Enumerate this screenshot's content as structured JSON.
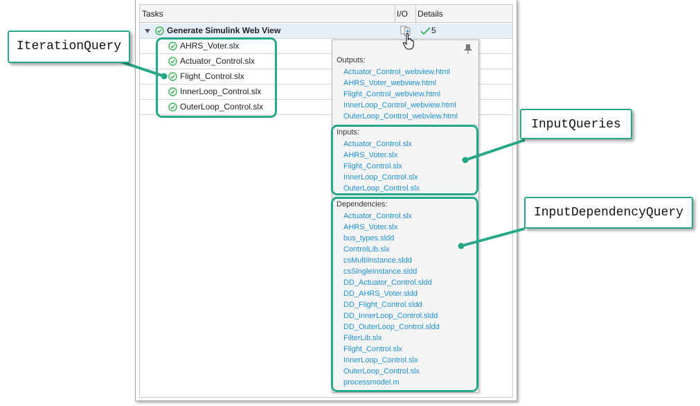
{
  "columns": {
    "tasks": "Tasks",
    "io": "I/O",
    "details": "Details"
  },
  "task": {
    "name": "Generate Simulink Web View",
    "details_count": "5",
    "iterations": [
      "AHRS_Voter.slx",
      "Actuator_Control.slx",
      "Flight_Control.slx",
      "InnerLoop_Control.slx",
      "OuterLoop_Control.slx"
    ]
  },
  "popup": {
    "outputs_label": "Outputs:",
    "outputs": [
      "Actuator_Control_webview.html",
      "AHRS_Voter_webview.html",
      "Flight_Control_webview.html",
      "InnerLoop_Control_webview.html",
      "OuterLoop_Control_webview.html"
    ],
    "inputs_label": "Inputs:",
    "inputs": [
      "Actuator_Control.slx",
      "AHRS_Voter.slx",
      "Flight_Control.slx",
      "InnerLoop_Control.slx",
      "OuterLoop_Control.slx"
    ],
    "dependencies_label": "Dependencies:",
    "dependencies": [
      "Actuator_Control.slx",
      "AHRS_Voter.slx",
      "bus_types.sldd",
      "ControlLib.slx",
      "csMultiInstance.sldd",
      "csSingleInstance.sldd",
      "DD_Actuator_Control.sldd",
      "DD_AHRS_Voter.sldd",
      "DD_Flight_Control.sldd",
      "DD_InnerLoop_Control.sldd",
      "DD_OuterLoop_Control.sldd",
      "FilterLib.slx",
      "Flight_Control.slx",
      "InnerLoop_Control.slx",
      "OuterLoop_Control.slx",
      "processmodel.m"
    ]
  },
  "callouts": {
    "iteration_query": "IterationQuery",
    "input_queries": "InputQueries",
    "input_dependency_query": "InputDependencyQuery"
  },
  "colors": {
    "accent": "#26a78a",
    "link": "#1a8fd8",
    "success": "#2fae4e"
  },
  "icons": {
    "expand": "chevron-down-icon",
    "status": "check-circle-icon",
    "io": "io-document-icon",
    "pin": "pin-icon",
    "cursor": "hand-cursor-icon"
  }
}
